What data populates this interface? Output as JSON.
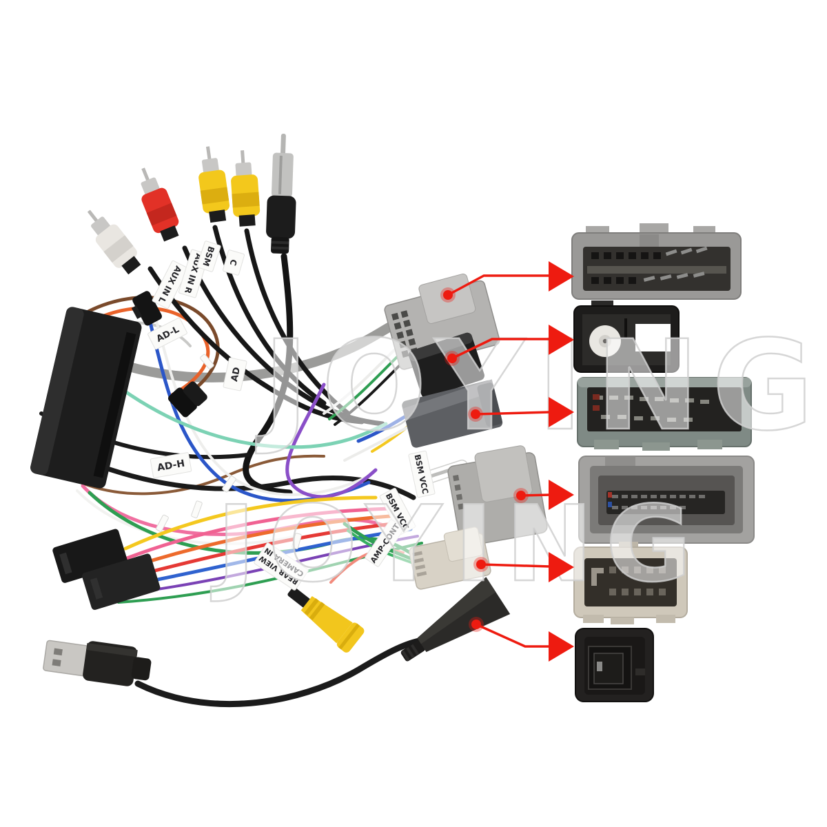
{
  "watermark": {
    "text": "JOYING"
  },
  "cable_labels": {
    "aux_in_l": "AUX IN L",
    "aux_in_r": "AUX IN R",
    "bsm_partial": "BSM",
    "camera_partial": "C",
    "ad_l": "AD-L",
    "ad": "AD",
    "ad_h": "AD-H",
    "bsm_vcc_a": "BSM VCC",
    "bsm_vcc_b": "BSM VCC",
    "amp_cont": "AMP-CONT",
    "rear_view_line1": "REAR VIEW",
    "rear_view_line2": "CAMERA IN"
  },
  "colors": {
    "arrow_red": "#ee1b10",
    "rca_white": "#e9e6e1",
    "rca_red": "#e23127",
    "rca_yellow": "#f3c81c",
    "harness_gray": "#b4b3b1",
    "harness_dark_gray": "#5d5f63",
    "harness_beige": "#d8d2c6",
    "car_connector_gray": "#9a9997",
    "car_connector_black": "#1d1c1b",
    "car_connector_graygreen": "#7f8a85",
    "car_connector_large_gray": "#a3a2a0",
    "car_connector_beige": "#cfc8ba"
  }
}
